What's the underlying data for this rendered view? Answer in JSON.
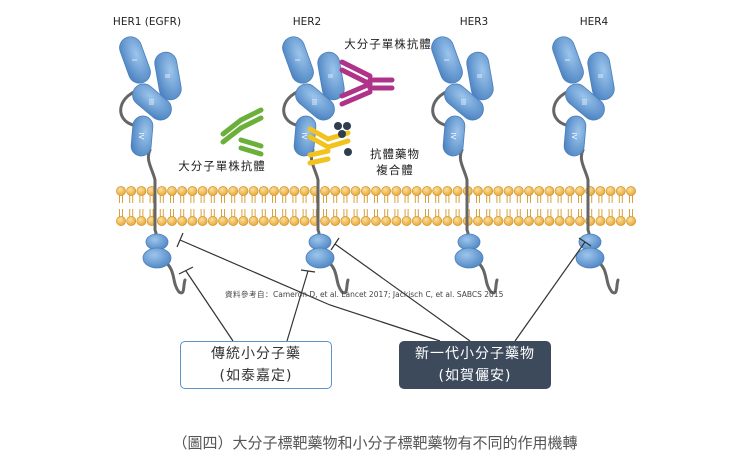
{
  "receptors": [
    {
      "label": "HER1 (EGFR)"
    },
    {
      "label": "HER2"
    },
    {
      "label": "HER3"
    },
    {
      "label": "HER4"
    }
  ],
  "domain_numerals": [
    "I",
    "II",
    "III",
    "IV"
  ],
  "antibody_labels": {
    "top_antibody": "大分子單株抗體",
    "left_antibody": "大分子單株抗體",
    "adc": "抗體藥物\n複合體"
  },
  "adc_lines": [
    "抗體藥物",
    "複合體"
  ],
  "reference": {
    "prefix": "資料參考自：",
    "text": "Cameron D, et al. Lancet 2017; Jackisch C, et al. SABCS 2015"
  },
  "boxes": {
    "traditional": {
      "line1": "傳統小分子藥",
      "line2": "(如泰嘉定)"
    },
    "new_gen": {
      "line1": "新一代小分子藥物",
      "line2": "(如賀儷安)"
    }
  },
  "caption": "（圖四）大分子標靶藥物和小分子標靶藥物有不同的作用機轉",
  "colors": {
    "domain_blue": "#6fa4d9",
    "lipid_head": "#f0b94a",
    "box_border": "#5b93c9",
    "box_dark": "#3d4a5c",
    "antibody_magenta": "#b0338a",
    "antibody_green": "#6bb03a",
    "antibody_yellow": "#f2c21e"
  }
}
